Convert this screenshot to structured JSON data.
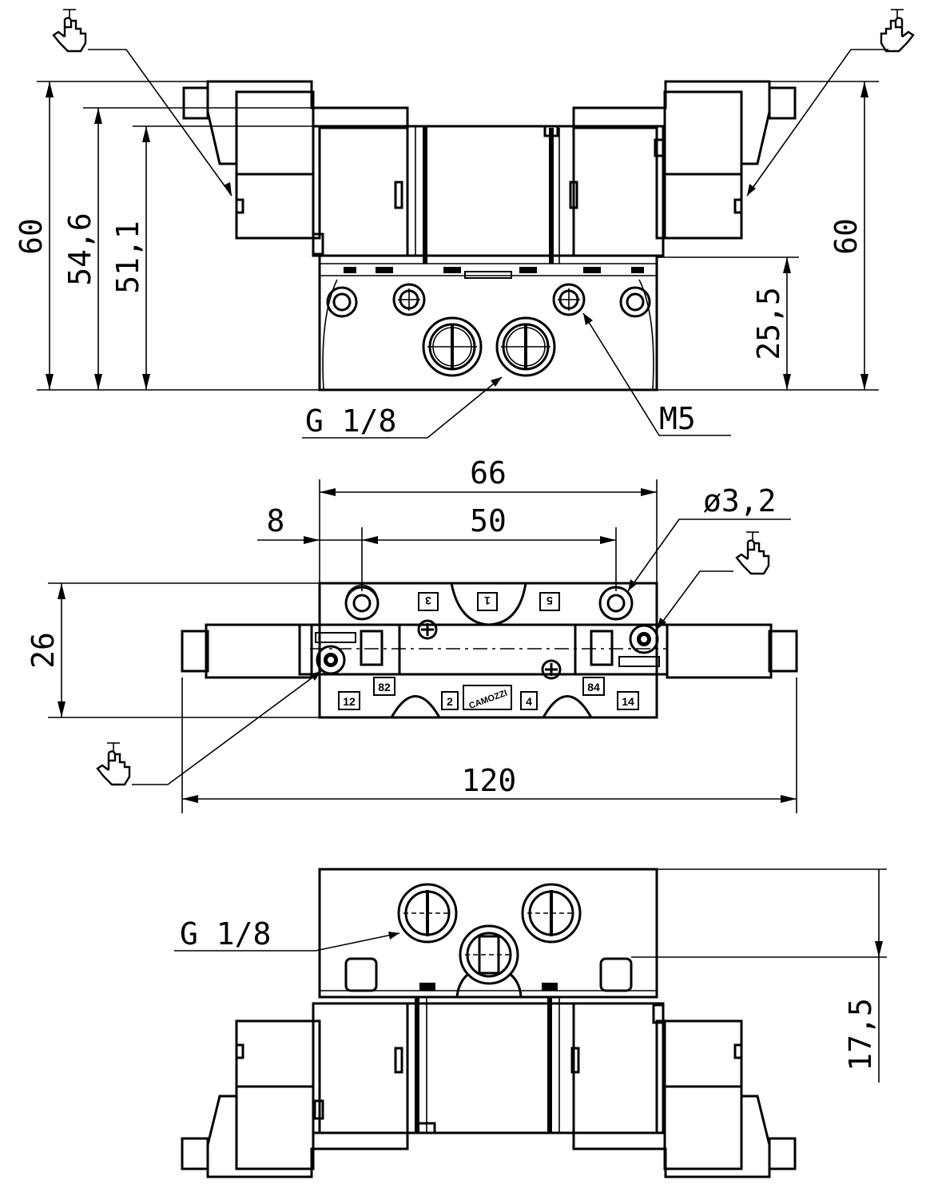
{
  "front_view": {
    "height_left": "60",
    "height_mid": "54,6",
    "height_inner": "51,1",
    "height_right": "60",
    "base_height": "25,5",
    "port_thread": "G 1/8",
    "pilot_thread": "M5"
  },
  "top_view": {
    "width_total": "66",
    "hole_spacing": "50",
    "offset": "8",
    "hole_diameter": "ø3,2",
    "depth": "26",
    "length_total": "120",
    "port_marks": [
      "3",
      "1",
      "5",
      "12",
      "82",
      "2",
      "4",
      "84",
      "14"
    ],
    "brand_mark": "CAMOZZI"
  },
  "bottom_view": {
    "port_thread": "G 1/8",
    "port_height": "17,5"
  },
  "icons": [
    "manual-override-icon"
  ]
}
